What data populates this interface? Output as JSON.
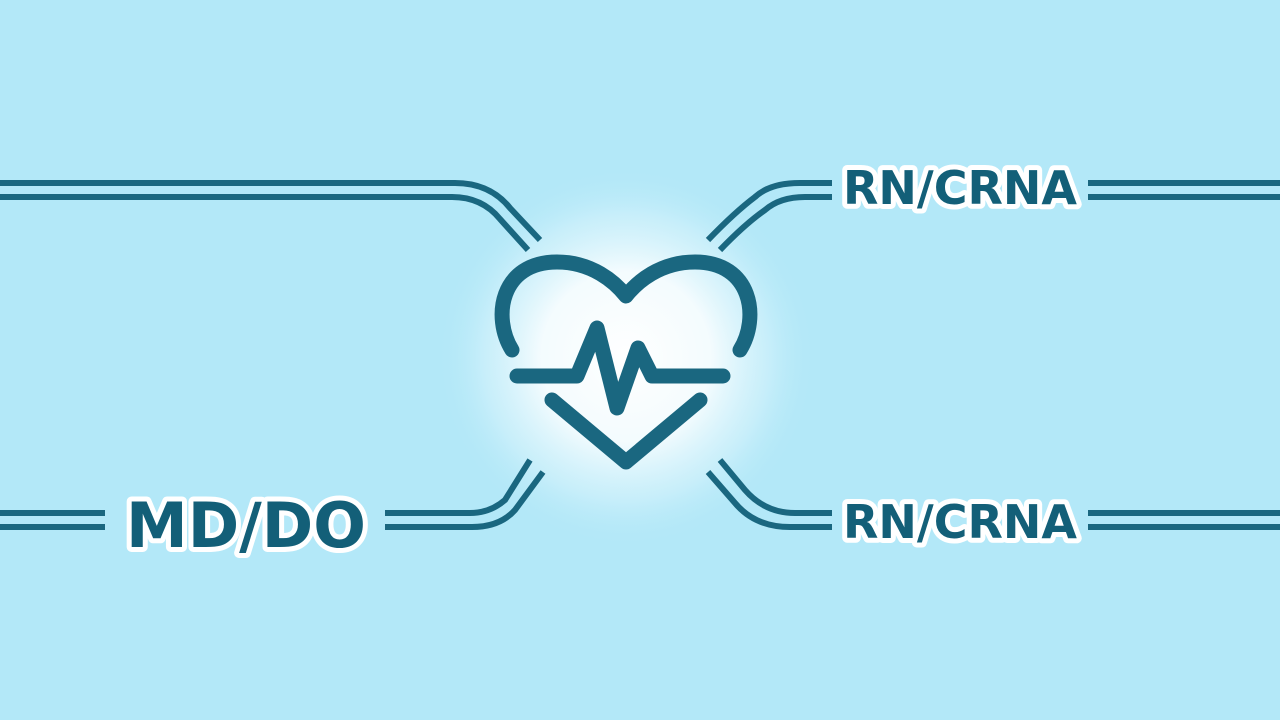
{
  "labels": {
    "top_right": "RN/CRNA",
    "bottom_left": "MD/DO",
    "bottom_right": "RN/CRNA"
  },
  "icon": "heart-pulse-icon",
  "colors": {
    "background": "#b3e8f8",
    "stroke": "#1a6780",
    "text": "#135f78",
    "glow": "#ffffff"
  }
}
